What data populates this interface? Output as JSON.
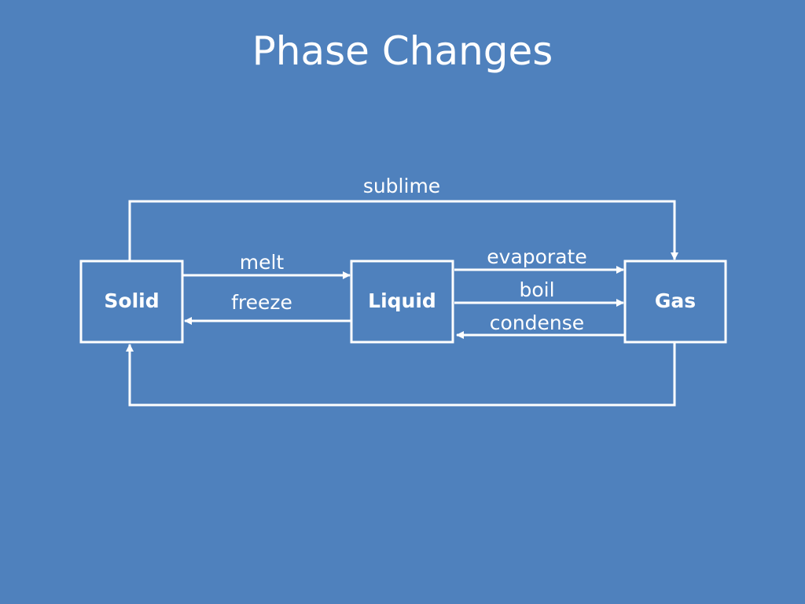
{
  "slide": {
    "title": "Phase Changes",
    "background_color": "#4f81bd",
    "line_color": "#ffffff"
  },
  "diagram": {
    "nodes": {
      "solid": "Solid",
      "liquid": "Liquid",
      "gas": "Gas"
    },
    "edges": {
      "sublime": "sublime",
      "melt": "melt",
      "freeze": "freeze",
      "evaporate": "evaporate",
      "boil": "boil",
      "condense": "condense"
    }
  }
}
